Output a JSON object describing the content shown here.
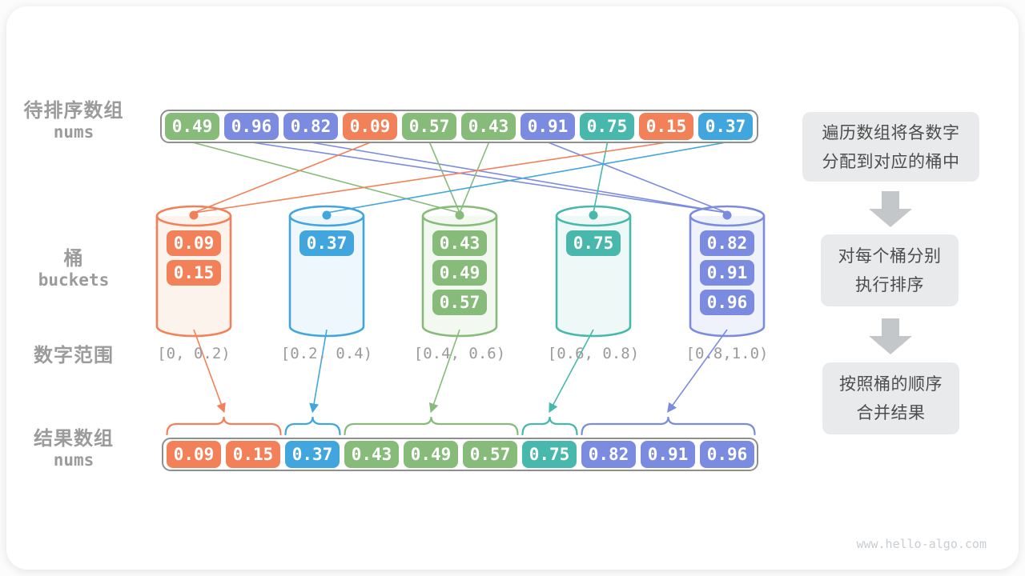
{
  "palette": {
    "orange": "#F2815A",
    "blue": "#41A6DE",
    "green": "#86BB79",
    "teal": "#48B8AC",
    "indigo": "#7B8CE0",
    "orange_light": "#FDF3ED",
    "blue_light": "#EEF7FC",
    "green_light": "#F3F8F1",
    "teal_light": "#EEF8F6",
    "indigo_light": "#EFF2FB",
    "gray_text": "#9B9B9B",
    "step_box_bg": "#E9EAEB",
    "step_text": "#4D4D4D",
    "arrow_gray": "#C4C7CA",
    "container_border": "#8F8F8F",
    "watermark": "#C9CDD1"
  },
  "left_labels": {
    "top_array": {
      "line1": "待排序数组",
      "line2": "nums"
    },
    "buckets": {
      "line1": "桶",
      "line2": "buckets"
    },
    "range": "数字范围",
    "result": {
      "line1": "结果数组",
      "line2": "nums"
    }
  },
  "top_array": {
    "cells": [
      {
        "value": "0.49",
        "color": "green"
      },
      {
        "value": "0.96",
        "color": "indigo"
      },
      {
        "value": "0.82",
        "color": "indigo"
      },
      {
        "value": "0.09",
        "color": "orange"
      },
      {
        "value": "0.57",
        "color": "green"
      },
      {
        "value": "0.43",
        "color": "green"
      },
      {
        "value": "0.91",
        "color": "indigo"
      },
      {
        "value": "0.75",
        "color": "teal"
      },
      {
        "value": "0.15",
        "color": "orange"
      },
      {
        "value": "0.37",
        "color": "blue"
      }
    ]
  },
  "buckets": [
    {
      "color": "orange",
      "range": "[0, 0.2)",
      "values": [
        "0.09",
        "0.15"
      ]
    },
    {
      "color": "blue",
      "range": "[0.2, 0.4)",
      "values": [
        "0.37"
      ]
    },
    {
      "color": "green",
      "range": "[0.4, 0.6)",
      "values": [
        "0.43",
        "0.49",
        "0.57"
      ]
    },
    {
      "color": "teal",
      "range": "[0.6, 0.8)",
      "values": [
        "0.75"
      ]
    },
    {
      "color": "indigo",
      "range": "[0.8,1.0)",
      "values": [
        "0.82",
        "0.91",
        "0.96"
      ]
    }
  ],
  "result_array": {
    "cells": [
      {
        "value": "0.09",
        "color": "orange"
      },
      {
        "value": "0.15",
        "color": "orange"
      },
      {
        "value": "0.37",
        "color": "blue"
      },
      {
        "value": "0.43",
        "color": "green"
      },
      {
        "value": "0.49",
        "color": "green"
      },
      {
        "value": "0.57",
        "color": "green"
      },
      {
        "value": "0.75",
        "color": "teal"
      },
      {
        "value": "0.82",
        "color": "indigo"
      },
      {
        "value": "0.91",
        "color": "indigo"
      },
      {
        "value": "0.96",
        "color": "indigo"
      }
    ]
  },
  "steps": [
    {
      "line1": "遍历数组将各数字",
      "line2": "分配到对应的桶中"
    },
    {
      "line1": "对每个桶分别",
      "line2": "执行排序"
    },
    {
      "line1": "按照桶的顺序",
      "line2": "合并结果"
    }
  ],
  "watermark": "www.hello-algo.com"
}
